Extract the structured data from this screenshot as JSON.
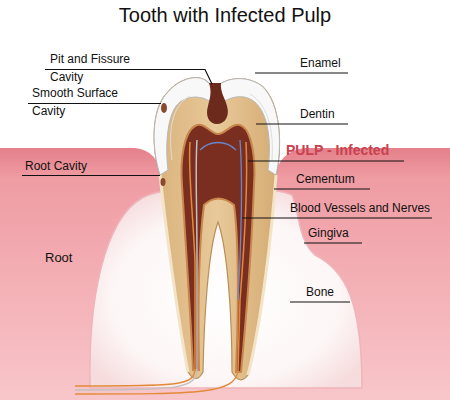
{
  "diagram": {
    "title": "Tooth with Infected Pulp",
    "labels": [
      "Pit and Fissure Cavity",
      "Enamel",
      "Smooth Surface Cavity",
      "Dentin",
      "PULP - Infected",
      "Root Cavity",
      "Cementum",
      "Blood Vessels and Nerves",
      "Gingiva",
      "Root",
      "Bone"
    ]
  }
}
